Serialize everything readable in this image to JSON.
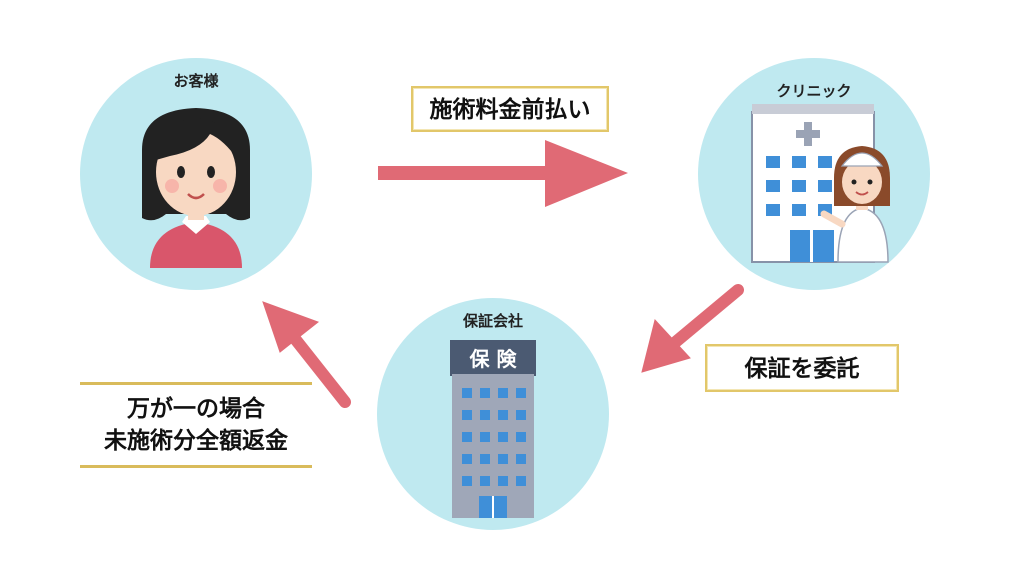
{
  "nodes": {
    "customer": {
      "label": "お客様"
    },
    "clinic": {
      "label": "クリニック"
    },
    "insurer": {
      "label": "保証会社",
      "sign": "保 険"
    }
  },
  "edges": {
    "prepayment": {
      "label": "施術料金前払い"
    },
    "guarantee": {
      "label": "保証を委託"
    },
    "refund": {
      "label_line1": "万が一の場合",
      "label_line2": "未施術分全額返金"
    }
  },
  "colors": {
    "circle": "#bfe9f0",
    "arrow": "#e06a75",
    "frame": "#e2c76a"
  },
  "icons": {
    "customer": "woman-illustration-icon",
    "clinic": "hospital-nurse-illustration-icon",
    "insurer": "insurance-building-icon"
  }
}
